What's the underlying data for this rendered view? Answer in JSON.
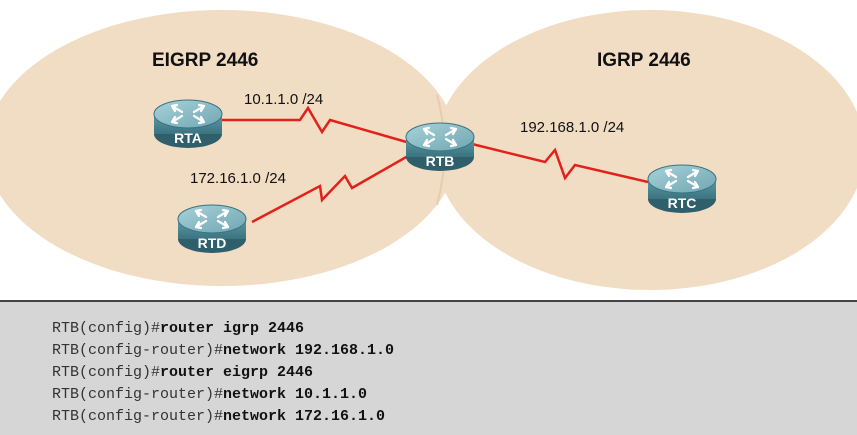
{
  "areas": {
    "left": {
      "label": "EIGRP 2446"
    },
    "right": {
      "label": "IGRP 2446"
    }
  },
  "links": [
    {
      "label": "10.1.1.0 /24"
    },
    {
      "label": "172.16.1.0 /24"
    },
    {
      "label": "192.168.1.0 /24"
    }
  ],
  "routers": [
    {
      "name": "RTA"
    },
    {
      "name": "RTB"
    },
    {
      "name": "RTC"
    },
    {
      "name": "RTD"
    }
  ],
  "console": {
    "lines": [
      {
        "prompt": "RTB(config)#",
        "command": "router igrp 2446"
      },
      {
        "prompt": "RTB(config-router)#",
        "command": "network 192.168.1.0"
      },
      {
        "prompt": "RTB(config)#",
        "command": "router eigrp 2446"
      },
      {
        "prompt": "RTB(config-router)#",
        "command": "network 10.1.1.0"
      },
      {
        "prompt": "RTB(config-router)#",
        "command": "network 172.16.1.0"
      }
    ]
  },
  "colors": {
    "area_fill": "#f1dcc4",
    "link": "#e0221b",
    "router_body": "#4f8c98",
    "router_top": "#8cbcc6"
  }
}
